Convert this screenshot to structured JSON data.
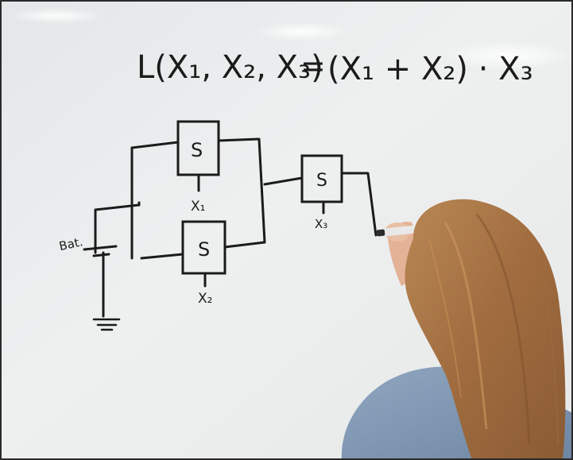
{
  "equation": {
    "lhs": "L(X₁, X₂, X₃)",
    "eq": "=",
    "rhs": "(X₁ + X₂) · X₃"
  },
  "circuit": {
    "battery_label": "Bat.",
    "switches": [
      {
        "symbol": "S",
        "input": "X₁"
      },
      {
        "symbol": "S",
        "input": "X₂"
      },
      {
        "symbol": "S",
        "input": "X₃"
      }
    ]
  },
  "scene_colors": {
    "whiteboard": "#eef0f0",
    "marker": "#1b1b1b",
    "hair": "#a87748",
    "denim": "#7f98b4",
    "skin": "#e6b79c"
  }
}
